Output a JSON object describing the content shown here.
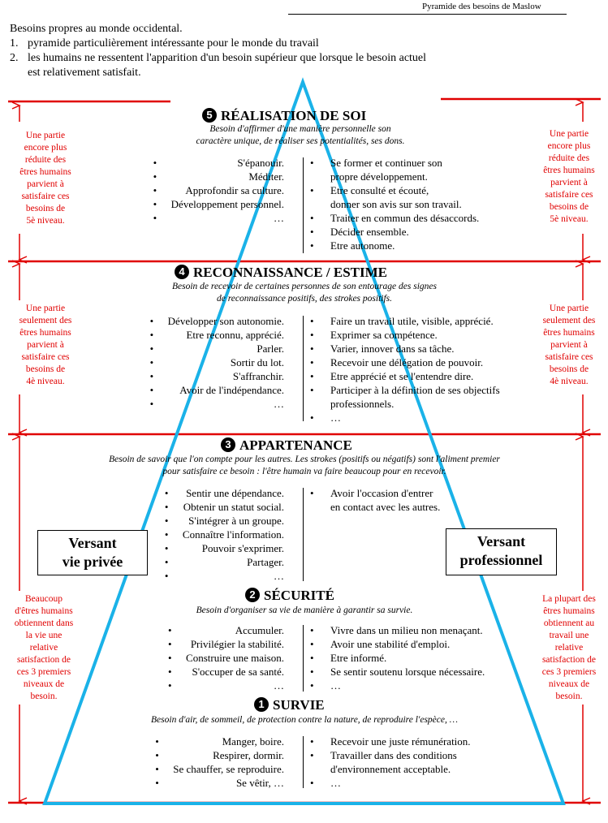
{
  "header": {
    "title": "Pyramide des besoins de Maslow"
  },
  "intro": {
    "line0": "Besoins propres au monde occidental.",
    "items": [
      {
        "num": "1.",
        "text": "pyramide particulièrement intéressante pour le monde du travail"
      },
      {
        "num": "2.",
        "text": "les humains ne ressentent l'apparition d'un besoin supérieur que lorsque le besoin actuel"
      },
      {
        "num": "",
        "text": "est relativement satisfait."
      }
    ]
  },
  "colors": {
    "pyramid": "#1ab2e8",
    "annotation": "#e00000"
  },
  "side_notes": {
    "left": [
      [
        "Une partie",
        "encore plus",
        "réduite des",
        "êtres humains",
        "parvient à",
        "satisfaire ces",
        "besoins de",
        "5è niveau."
      ],
      [
        "Une partie",
        "seulement des",
        "êtres humains",
        "parvient à",
        "satisfaire ces",
        "besoins de",
        "4è niveau."
      ],
      [
        "Beaucoup",
        "d'êtres humains",
        "obtiennent dans",
        "la vie une",
        "relative",
        "satisfaction de",
        "ces 3 premiers",
        "niveaux de",
        "besoin."
      ]
    ],
    "right": [
      [
        "Une partie",
        "encore plus",
        "réduite des",
        "êtres humains",
        "parvient à",
        "satisfaire ces",
        "besoins de",
        "5è niveau."
      ],
      [
        "Une partie",
        "seulement des",
        "êtres humains",
        "parvient à",
        "satisfaire ces",
        "besoins de",
        "4è niveau."
      ],
      [
        "La plupart des",
        "êtres humains",
        "obtiennent au",
        "travail une",
        "relative",
        "satisfaction de",
        "ces 3 premiers",
        "niveaux de",
        "besoin."
      ]
    ]
  },
  "versant": {
    "left": [
      "Versant",
      "vie privée"
    ],
    "right": [
      "Versant",
      "professionnel"
    ]
  },
  "levels": [
    {
      "num": "5",
      "title": "RÉALISATION DE SOI",
      "desc": [
        "Besoin d'affirmer d'une manière personnelle son",
        "caractère unique, de réaliser ses potentialités, ses dons."
      ],
      "left": [
        "S'épanouir.",
        "Méditer.",
        "Approfondir sa culture.",
        "Développement personnel.",
        "…"
      ],
      "right": [
        {
          "t": "Se former et continuer son",
          "c": false
        },
        {
          "t": "propre développement.",
          "c": true
        },
        {
          "t": "Etre consulté et écouté,",
          "c": false
        },
        {
          "t": "donner son avis sur son travail.",
          "c": true
        },
        {
          "t": "Traiter en commun des désaccords.",
          "c": false
        },
        {
          "t": "Décider ensemble.",
          "c": false
        },
        {
          "t": "Etre autonome.",
          "c": false
        }
      ]
    },
    {
      "num": "4",
      "title": "RECONNAISSANCE / ESTIME",
      "desc": [
        "Besoin de recevoir de certaines personnes de son entourage des signes",
        "de reconnaissance positifs, des strokes positifs."
      ],
      "left": [
        "Développer son autonomie.",
        "Etre reconnu, apprécié.",
        "Parler.",
        "Sortir du lot.",
        "S'affranchir.",
        "Avoir de l'indépendance.",
        "…"
      ],
      "right": [
        {
          "t": "Faire un travail utile, visible, apprécié.",
          "c": false
        },
        {
          "t": "Exprimer sa compétence.",
          "c": false
        },
        {
          "t": "Varier, innover dans sa tâche.",
          "c": false
        },
        {
          "t": "Recevoir une délégation de pouvoir.",
          "c": false
        },
        {
          "t": "Etre apprécié et se l'entendre dire.",
          "c": false
        },
        {
          "t": "Participer à la définition de ses objectifs",
          "c": false
        },
        {
          "t": "professionnels.",
          "c": true
        },
        {
          "t": "…",
          "c": false
        }
      ]
    },
    {
      "num": "3",
      "title": "APPARTENANCE",
      "desc": [
        "Besoin de savoir que l'on compte pour les autres.  Les strokes (positifs ou négatifs) sont l'aliment premier",
        "pour satisfaire ce besoin : l'être humain va faire beaucoup pour en recevoir."
      ],
      "left": [
        "Sentir une dépendance.",
        "Obtenir un statut social.",
        "S'intégrer à un groupe.",
        "Connaître l'information.",
        "Pouvoir s'exprimer.",
        "Partager.",
        "…"
      ],
      "right": [
        {
          "t": "Avoir l'occasion d'entrer",
          "c": false
        },
        {
          "t": "en contact avec les autres.",
          "c": true
        }
      ]
    },
    {
      "num": "2",
      "title": "SÉCURITÉ",
      "desc": [
        "Besoin d'organiser sa vie de manière à garantir sa survie."
      ],
      "left": [
        "Accumuler.",
        "Privilégier la stabilité.",
        "Construire une maison.",
        "S'occuper de sa santé.",
        "…"
      ],
      "right": [
        {
          "t": "Vivre dans un milieu non menaçant.",
          "c": false
        },
        {
          "t": "Avoir une stabilité d'emploi.",
          "c": false
        },
        {
          "t": "Etre informé.",
          "c": false
        },
        {
          "t": "Se sentir soutenu lorsque nécessaire.",
          "c": false
        },
        {
          "t": "…",
          "c": false
        }
      ]
    },
    {
      "num": "1",
      "title": "SURVIE",
      "desc": [
        "Besoin d'air, de sommeil, de protection contre la nature, de reproduire l'espèce, …"
      ],
      "left": [
        "Manger, boire.",
        "Respirer, dormir.",
        "Se chauffer, se reproduire.",
        "Se vêtir, …"
      ],
      "right": [
        {
          "t": "Recevoir une juste rémunération.",
          "c": false
        },
        {
          "t": "Travailler dans des conditions",
          "c": false
        },
        {
          "t": "d'environnement acceptable.",
          "c": true
        },
        {
          "t": "…",
          "c": false
        }
      ]
    }
  ]
}
